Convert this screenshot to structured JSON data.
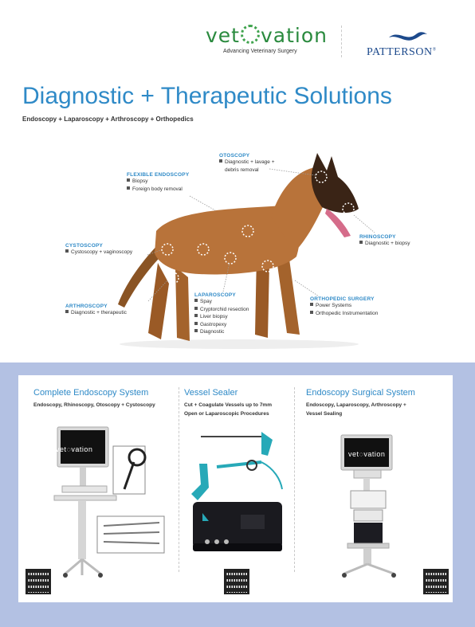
{
  "header": {
    "vet_logo_left": "vet",
    "vet_logo_right": "vation",
    "vet_tagline": "Advancing Veterinary Surgery",
    "patterson_name": "PATTERSON",
    "patterson_mark": "®"
  },
  "title": "Diagnostic + Therapeutic Solutions",
  "subtitle": "Endoscopy + Laparoscopy + Arthroscopy + Orthopedics",
  "callouts": {
    "otoscopy": {
      "title": "OTOSCOPY",
      "items": [
        "Diagnostic + lavage +",
        "debris removal"
      ]
    },
    "flexible": {
      "title": "FLEXIBLE ENDOSCOPY",
      "items": [
        "Biopsy",
        "Foreign body removal"
      ]
    },
    "cystoscopy": {
      "title": "CYSTOSCOPY",
      "items": [
        "Cystoscopy + vaginoscopy"
      ]
    },
    "rhinoscopy": {
      "title": "RHINOSCOPY",
      "items": [
        "Diagnostic + biopsy"
      ]
    },
    "arthroscopy": {
      "title": "ARTHROSCOPY",
      "items": [
        "Diagnostic + therapeutic"
      ]
    },
    "laparoscopy": {
      "title": "LAPAROSCOPY",
      "items": [
        "Spay",
        "Cryptorchid resection",
        "Liver biopsy",
        "Gastropexy",
        "Diagnostic"
      ]
    },
    "orthopedic": {
      "title": "ORTHOPEDIC SURGERY",
      "items": [
        "Power Systems",
        "Orthopedic Instrumentation"
      ]
    }
  },
  "products": [
    {
      "title": "Complete Endoscopy System",
      "sub": [
        "Endoscopy, Rhinoscopy, Otoscopy + Cystoscopy"
      ]
    },
    {
      "title": "Vessel Sealer",
      "sub": [
        "Cut + Coagulate Vessels up to 7mm",
        "Open or Laparoscopic Procedures"
      ]
    },
    {
      "title": "Endoscopy Surgical System",
      "sub": [
        "Endoscopy, Laparoscopy, Arthroscopy +",
        "Vessel Sealing"
      ]
    }
  ],
  "screens": {
    "left": "vet◌vation",
    "right": "vet◌vation"
  },
  "colors": {
    "accent": "#2f8ac7",
    "band": "#b3c1e3",
    "logo_green": "#2a8a3e",
    "patterson_blue": "#1d4a8c"
  }
}
